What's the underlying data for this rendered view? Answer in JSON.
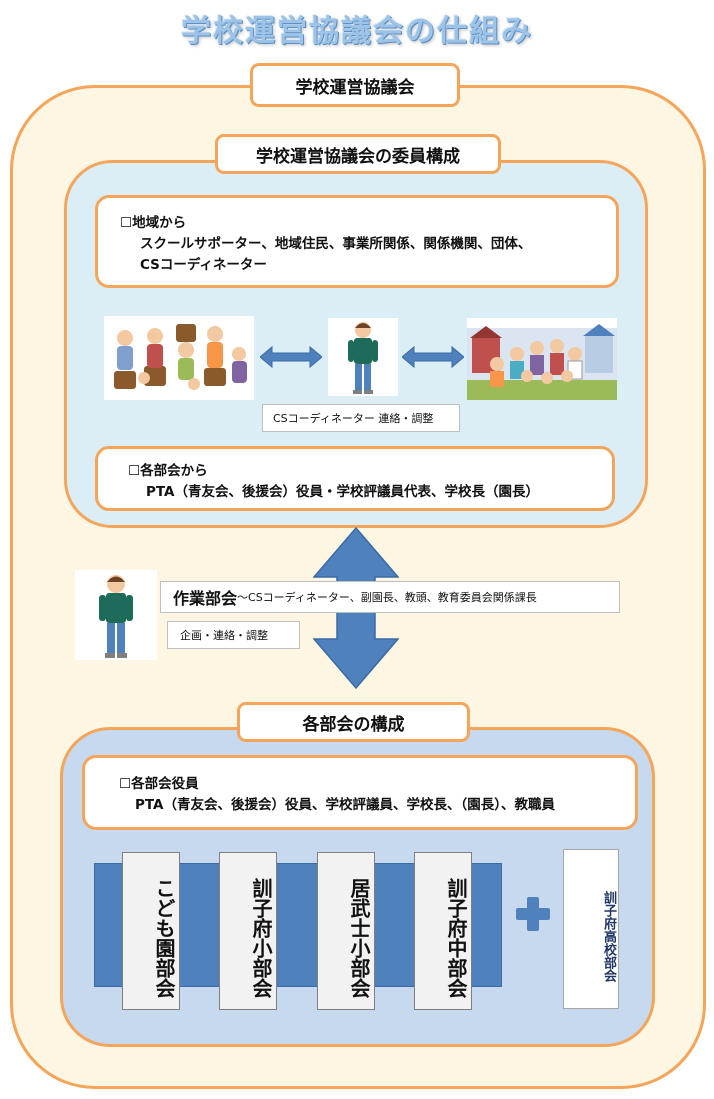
{
  "title": "学校運営協議会の仕組み",
  "council_label": "学校運営協議会",
  "members": {
    "label": "学校運営協議会の委員構成",
    "community": {
      "head": "☐地域から",
      "line1": "スクールサポーター、地域住民、事業所関係、関係機関、団体、",
      "line2": "CSコーディネーター"
    },
    "coordinator_note": "CSコーディネーター 連絡・調整",
    "units": {
      "head": "☐各部会から",
      "body": "PTA（青友会、後援会）役員・学校評議員代表、学校長（園長）"
    }
  },
  "task_group": {
    "title": "作業部会",
    "members": "～CSコーディネーター、副園長、教頭、教育委員会関係課長",
    "role": "企画・連絡・調整"
  },
  "units_section": {
    "label": "各部会の構成",
    "officers_head": "☐各部会役員",
    "officers_body": "PTA（青友会、後援会）役員、学校評議員、学校長、（園長）、教職員",
    "unit_cards": [
      "こども園部会",
      "訓子府小部会",
      "居武士小部会",
      "訓子府中部会"
    ],
    "plus_card": "訓子府高校部会"
  },
  "colors": {
    "accent_orange": "#f4a55a",
    "outer_fill": "#fdf6e3",
    "members_fill": "#dbeef6",
    "units_fill": "#c6d9ef",
    "blue": "#4f81bd",
    "title_color": "#9dc3e6"
  },
  "icons": [
    "people-meeting-illustration",
    "coordinator-person-illustration",
    "community-group-illustration",
    "double-arrow-icon",
    "vertical-double-arrow-icon",
    "plus-icon"
  ]
}
